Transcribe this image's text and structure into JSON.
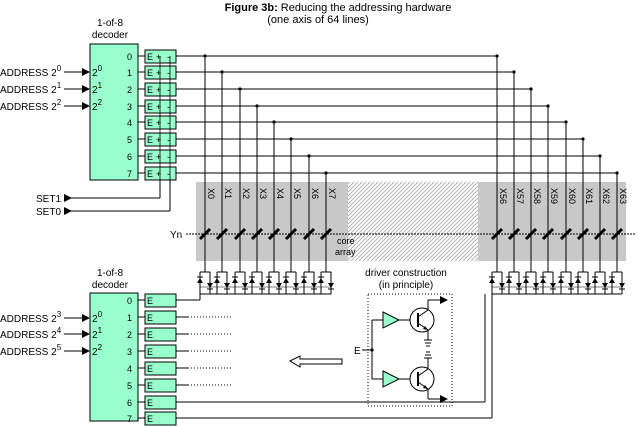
{
  "title": {
    "bold": "Figure 3b:",
    "rest": "Reducing the addressing hardware",
    "subtitle": "(one axis of 64 lines)"
  },
  "top_decoder": {
    "label_line1": "1-of-8",
    "label_line2": "decoder",
    "inputs": [
      {
        "label": "ADDRESS 2",
        "sup": "0",
        "pin": "2",
        "pin_sup": "0"
      },
      {
        "label": "ADDRESS 2",
        "sup": "1",
        "pin": "2",
        "pin_sup": "1"
      },
      {
        "label": "ADDRESS 2",
        "sup": "2",
        "pin": "2",
        "pin_sup": "2"
      }
    ],
    "outputs": [
      "0",
      "1",
      "2",
      "3",
      "4",
      "5",
      "6",
      "7"
    ],
    "driver_label": "E + -"
  },
  "set_lines": [
    "SET1",
    "SET0"
  ],
  "bottom_decoder": {
    "label_line1": "1-of-8",
    "label_line2": "decoder",
    "inputs": [
      {
        "label": "ADDRESS 2",
        "sup": "3",
        "pin": "2",
        "pin_sup": "0"
      },
      {
        "label": "ADDRESS 2",
        "sup": "4",
        "pin": "2",
        "pin_sup": "1"
      },
      {
        "label": "ADDRESS 2",
        "sup": "5",
        "pin": "2",
        "pin_sup": "2"
      }
    ],
    "outputs": [
      "0",
      "1",
      "2",
      "3",
      "4",
      "5",
      "6",
      "7"
    ],
    "driver_label": "E"
  },
  "x_lines_left": [
    "X0",
    "X1",
    "X2",
    "X3",
    "X4",
    "X5",
    "X6",
    "X7"
  ],
  "x_lines_right": [
    "X56",
    "X57",
    "X58",
    "X59",
    "X60",
    "X61",
    "X62",
    "X63"
  ],
  "yn_label": "Yn",
  "core_array": {
    "line1": "core",
    "line2": "array"
  },
  "driver_construction": {
    "line1": "driver construction",
    "line2": "(in principle)",
    "input_label": "E"
  },
  "colors": {
    "decoder_fill": "#99ffcc",
    "core_gray": "#c8c8c8",
    "hatch": "#a0a0a0",
    "line": "#000000"
  }
}
